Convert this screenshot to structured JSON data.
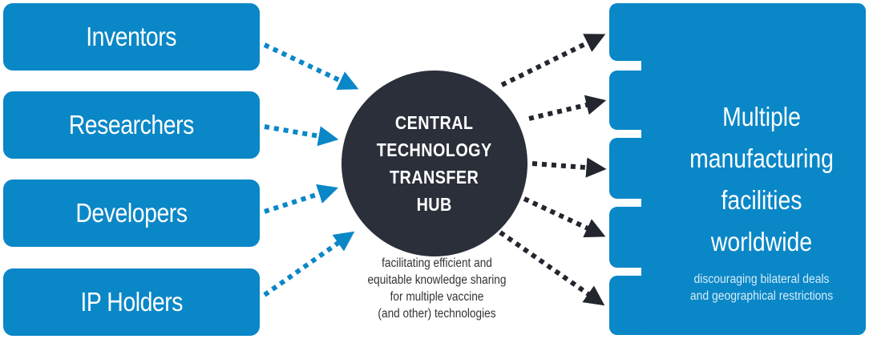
{
  "colors": {
    "box_blue": "#0a87c7",
    "hub_dark": "#2a2f3a",
    "arrow_dark": "#23262e"
  },
  "sources": [
    {
      "label": "Inventors"
    },
    {
      "label": "Researchers"
    },
    {
      "label": "Developers"
    },
    {
      "label": "IP Holders"
    }
  ],
  "hub": {
    "lines": [
      "CENTRAL",
      "TECHNOLOGY",
      "TRANSFER",
      "HUB"
    ],
    "caption": [
      "facilitating efficient and",
      "equitable knowledge sharing",
      "for multiple vaccine",
      "(and other) technologies"
    ]
  },
  "destination": {
    "title_lines": [
      "Multiple",
      "manufacturing",
      "facilities",
      "worldwide"
    ],
    "subtitle_lines": [
      "discouraging  bilateral deals",
      "and geographical restrictions"
    ]
  }
}
